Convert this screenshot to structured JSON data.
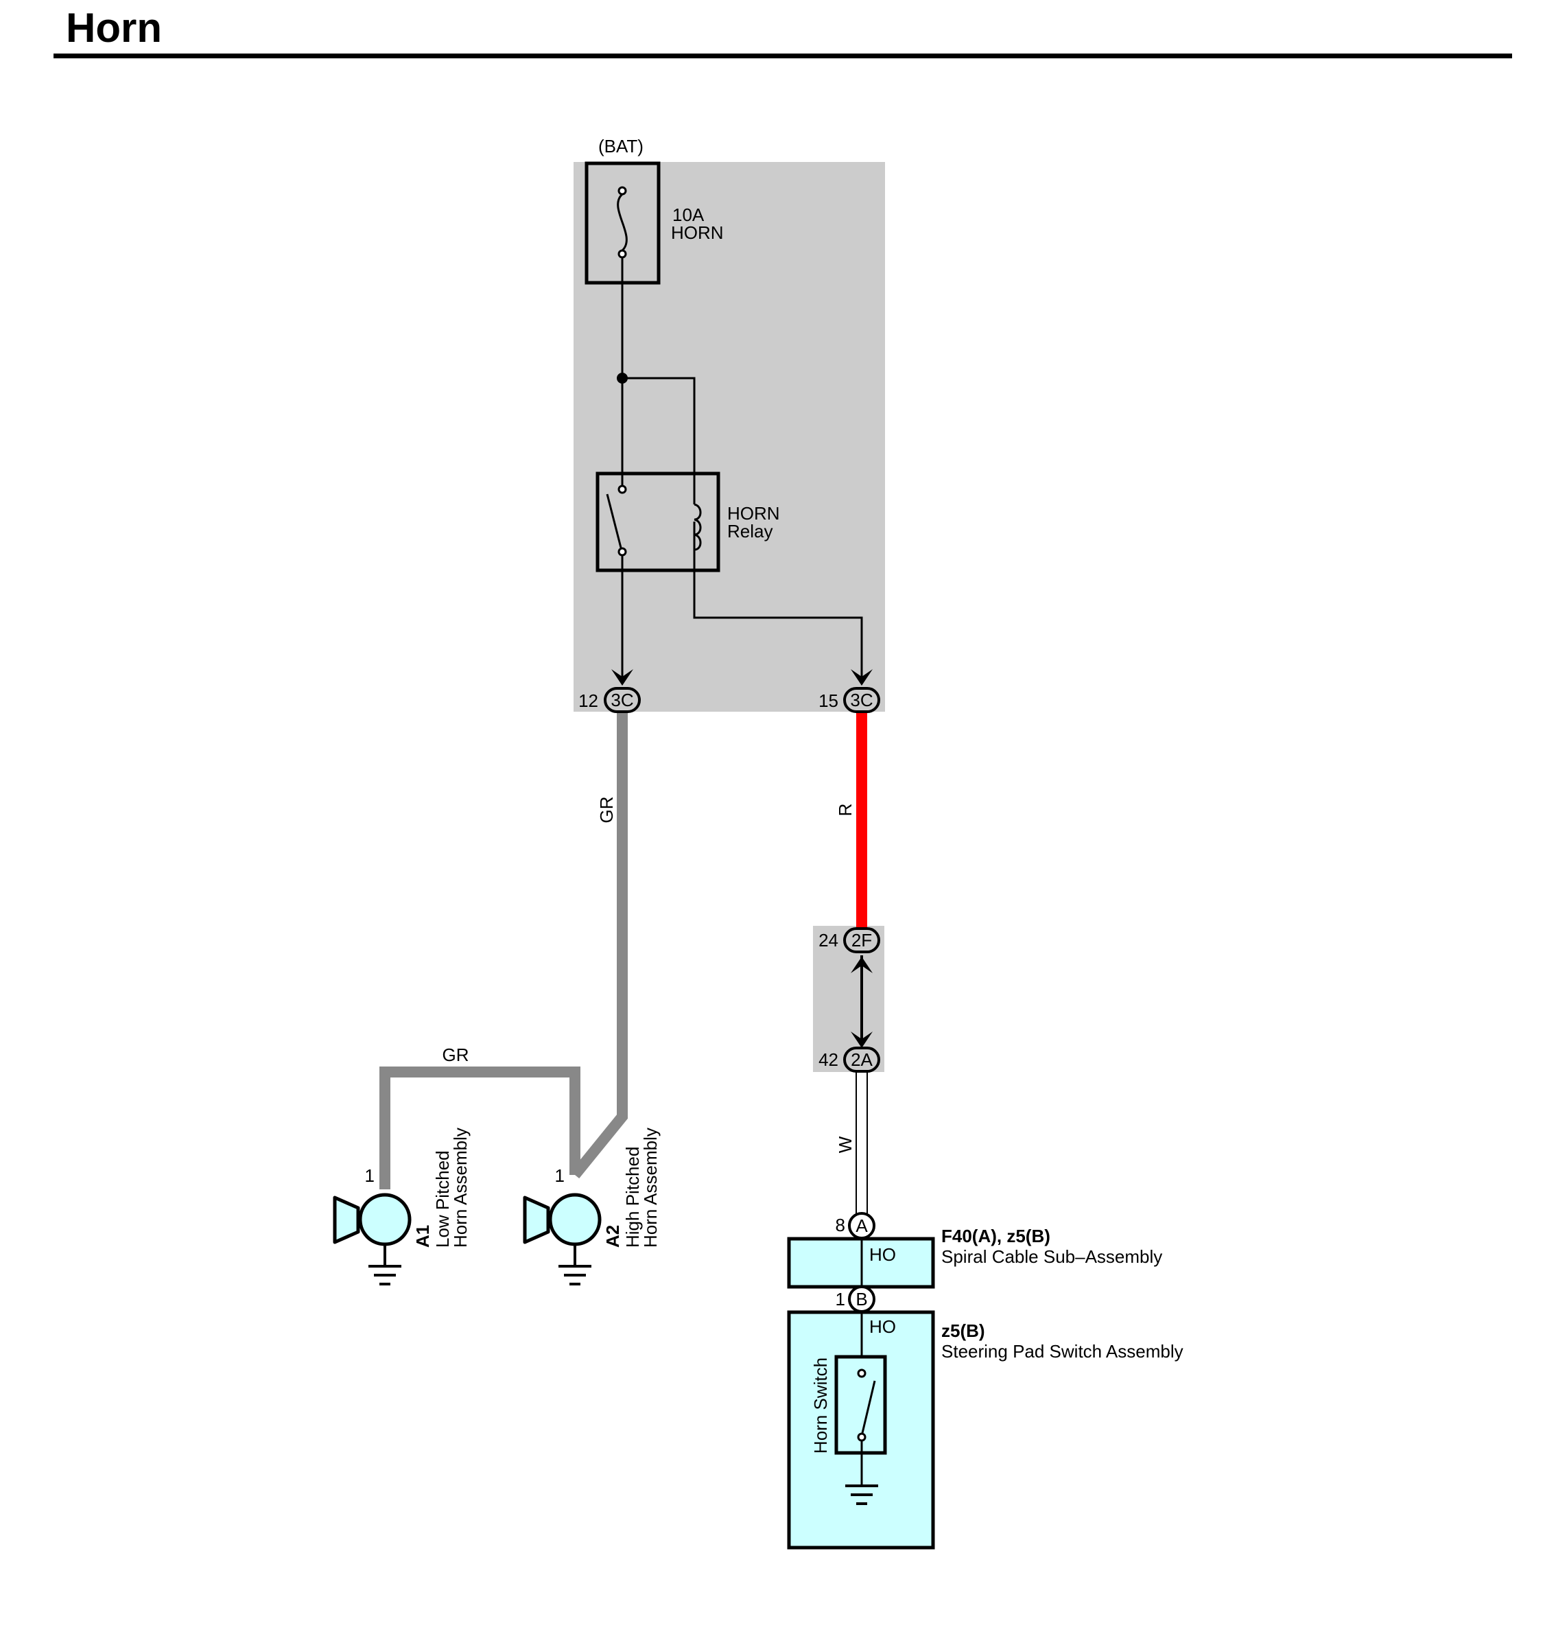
{
  "title": "Horn",
  "colors": {
    "module_box": "#cccccc",
    "component_fill": "#ccffff",
    "wire_gray": "#888888",
    "wire_red": "#ff0000",
    "wire_white": "#ffffff",
    "ink": "#000000"
  },
  "supply": {
    "label": "(BAT)"
  },
  "fuse": {
    "rating": "10A",
    "name": "HORN"
  },
  "relay": {
    "name": "HORN",
    "type": "Relay"
  },
  "connectors": {
    "c3c_left": {
      "pin": "12",
      "code": "3C"
    },
    "c3c_right": {
      "pin": "15",
      "code": "3C"
    },
    "c2f": {
      "pin": "24",
      "code": "2F"
    },
    "c2a": {
      "pin": "42",
      "code": "2A"
    },
    "spiral_a": {
      "pin": "8",
      "code": "A"
    },
    "spiral_b": {
      "pin": "1",
      "code": "B"
    }
  },
  "wires": {
    "gr_vertical": "GR",
    "gr_horizontal": "GR",
    "r": "R",
    "w": "W"
  },
  "horns": [
    {
      "pin": "1",
      "code": "A1",
      "line1": "Low Pitched",
      "line2": "Horn Assembly"
    },
    {
      "pin": "1",
      "code": "A2",
      "line1": "High Pitched",
      "line2": "Horn Assembly"
    }
  ],
  "spiral_cable": {
    "codes": "F40(A), z5(B)",
    "name": "Spiral Cable Sub–Assembly",
    "terminal": "HO"
  },
  "steering_pad": {
    "code": "z5(B)",
    "name": "Steering Pad Switch Assembly",
    "terminal": "HO",
    "switch_label": "Horn Switch"
  }
}
